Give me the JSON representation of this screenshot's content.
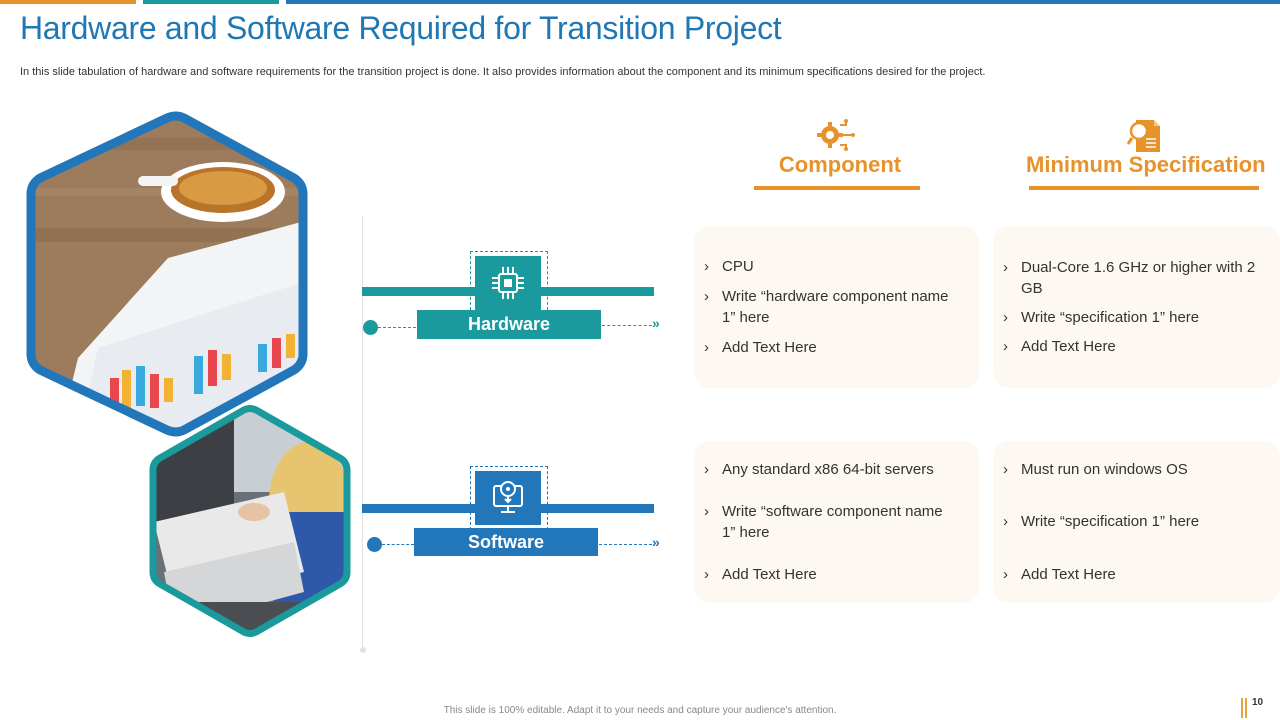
{
  "header": {
    "title": "Hardware and Software Required for Transition Project",
    "subtitle": "In this slide tabulation of hardware and software requirements for the transition project is done. It also provides information about the component  and its minimum specifications desired for the project."
  },
  "columns": {
    "component": {
      "label": "Component",
      "icon": "gear-network-icon"
    },
    "specification": {
      "label": "Minimum Specification",
      "icon": "document-search-icon"
    }
  },
  "rows": [
    {
      "label": "Hardware",
      "icon": "chip-icon",
      "component_items": [
        "CPU",
        "Write “hardware component name 1” here",
        "Add Text Here"
      ],
      "spec_items": [
        "Dual-Core 1.6 GHz or higher with 2 GB",
        "Write “specification 1” here",
        "Add Text Here"
      ]
    },
    {
      "label": "Software",
      "icon": "monitor-disc-icon",
      "component_items": [
        "Any standard x86 64-bit servers",
        "Write “software component name 1” here",
        "Add Text Here"
      ],
      "spec_items": [
        "Must run on windows OS",
        "Write “specification 1” here",
        "Add Text Here"
      ]
    }
  ],
  "bullet_glyph": "›",
  "arrow_glyph": "»",
  "footer": {
    "note": "This slide is 100% editable. Adapt it to your needs and capture your audience's attention.",
    "page_number": "10"
  },
  "colors": {
    "title_blue": "#1f77b4",
    "hardware_teal": "#1a9a9c",
    "software_blue": "#2277bb",
    "accent_orange": "#e8922b",
    "card_bg": "#fdf8f2"
  }
}
